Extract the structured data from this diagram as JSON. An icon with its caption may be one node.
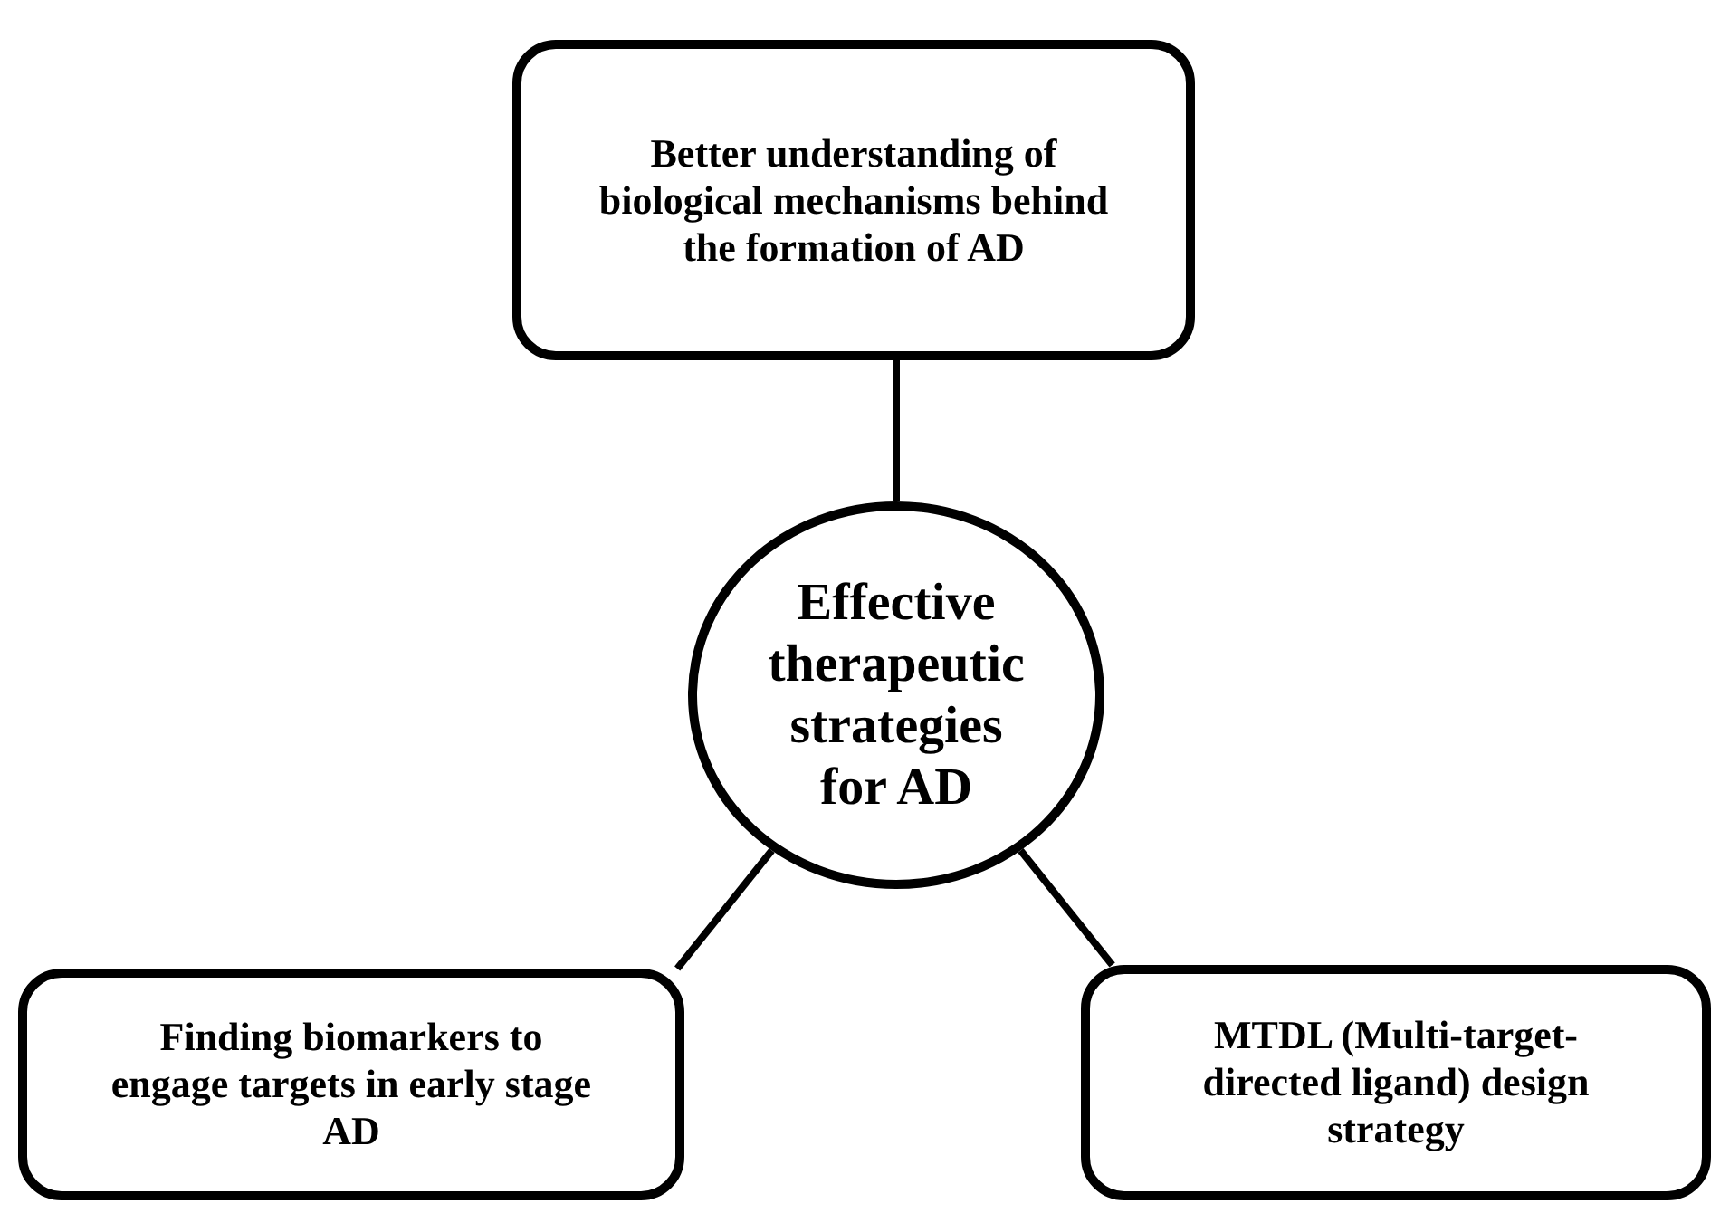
{
  "diagram": {
    "nodes": [
      {
        "text": [
          "Better understanding of biological mechanisms behind the formation of AD"
        ]
      },
      {
        "text": [
          "Effective therapeutic strategies for AD"
        ]
      },
      {
        "text": [
          "Finding biomarkers to engage targets in early stage AD"
        ]
      },
      {
        "text": [
          "MTDL (Multi-target-directed ligand) design strategy"
        ]
      }
    ],
    "edges": [
      {
        "from": 0,
        "to": 1,
        "arrow": "none"
      },
      {
        "from": 1,
        "to": 2,
        "arrow": "none"
      },
      {
        "from": 1,
        "to": 3,
        "arrow": "none"
      }
    ]
  }
}
